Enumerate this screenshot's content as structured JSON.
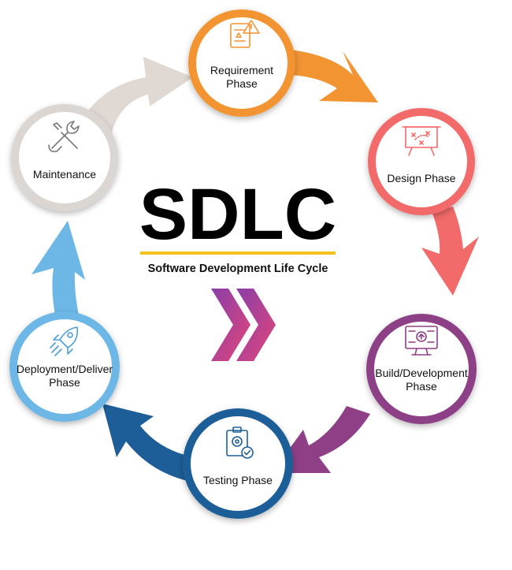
{
  "title": "SDLC",
  "subtitle": "Software Development Life Cycle",
  "colors": {
    "requirement": "#F39433",
    "design": "#F26A6A",
    "build": "#8E3F86",
    "testing": "#1E5E98",
    "deployment": "#6CB7E6",
    "maintenance": "#DCD6D2",
    "underline": "#F4C21D",
    "chevron_start": "#8A3FA8",
    "chevron_end": "#E2457A"
  },
  "phases": [
    {
      "id": "requirement",
      "icon": "requirements-checklist-icon",
      "label": [
        "Requirement",
        "Phase"
      ]
    },
    {
      "id": "design",
      "icon": "design-board-icon",
      "label": [
        "Design Phase"
      ]
    },
    {
      "id": "build",
      "icon": "development-monitor-icon",
      "label": [
        "Build/Development",
        "Phase"
      ]
    },
    {
      "id": "testing",
      "icon": "testing-clipboard-icon",
      "label": [
        "Testing Phase"
      ]
    },
    {
      "id": "deployment",
      "icon": "rocket-icon",
      "label": [
        "Deployment/Deliver",
        "Phase"
      ]
    },
    {
      "id": "maintenance",
      "icon": "wrench-tools-icon",
      "label": [
        "Maintenance"
      ]
    }
  ]
}
